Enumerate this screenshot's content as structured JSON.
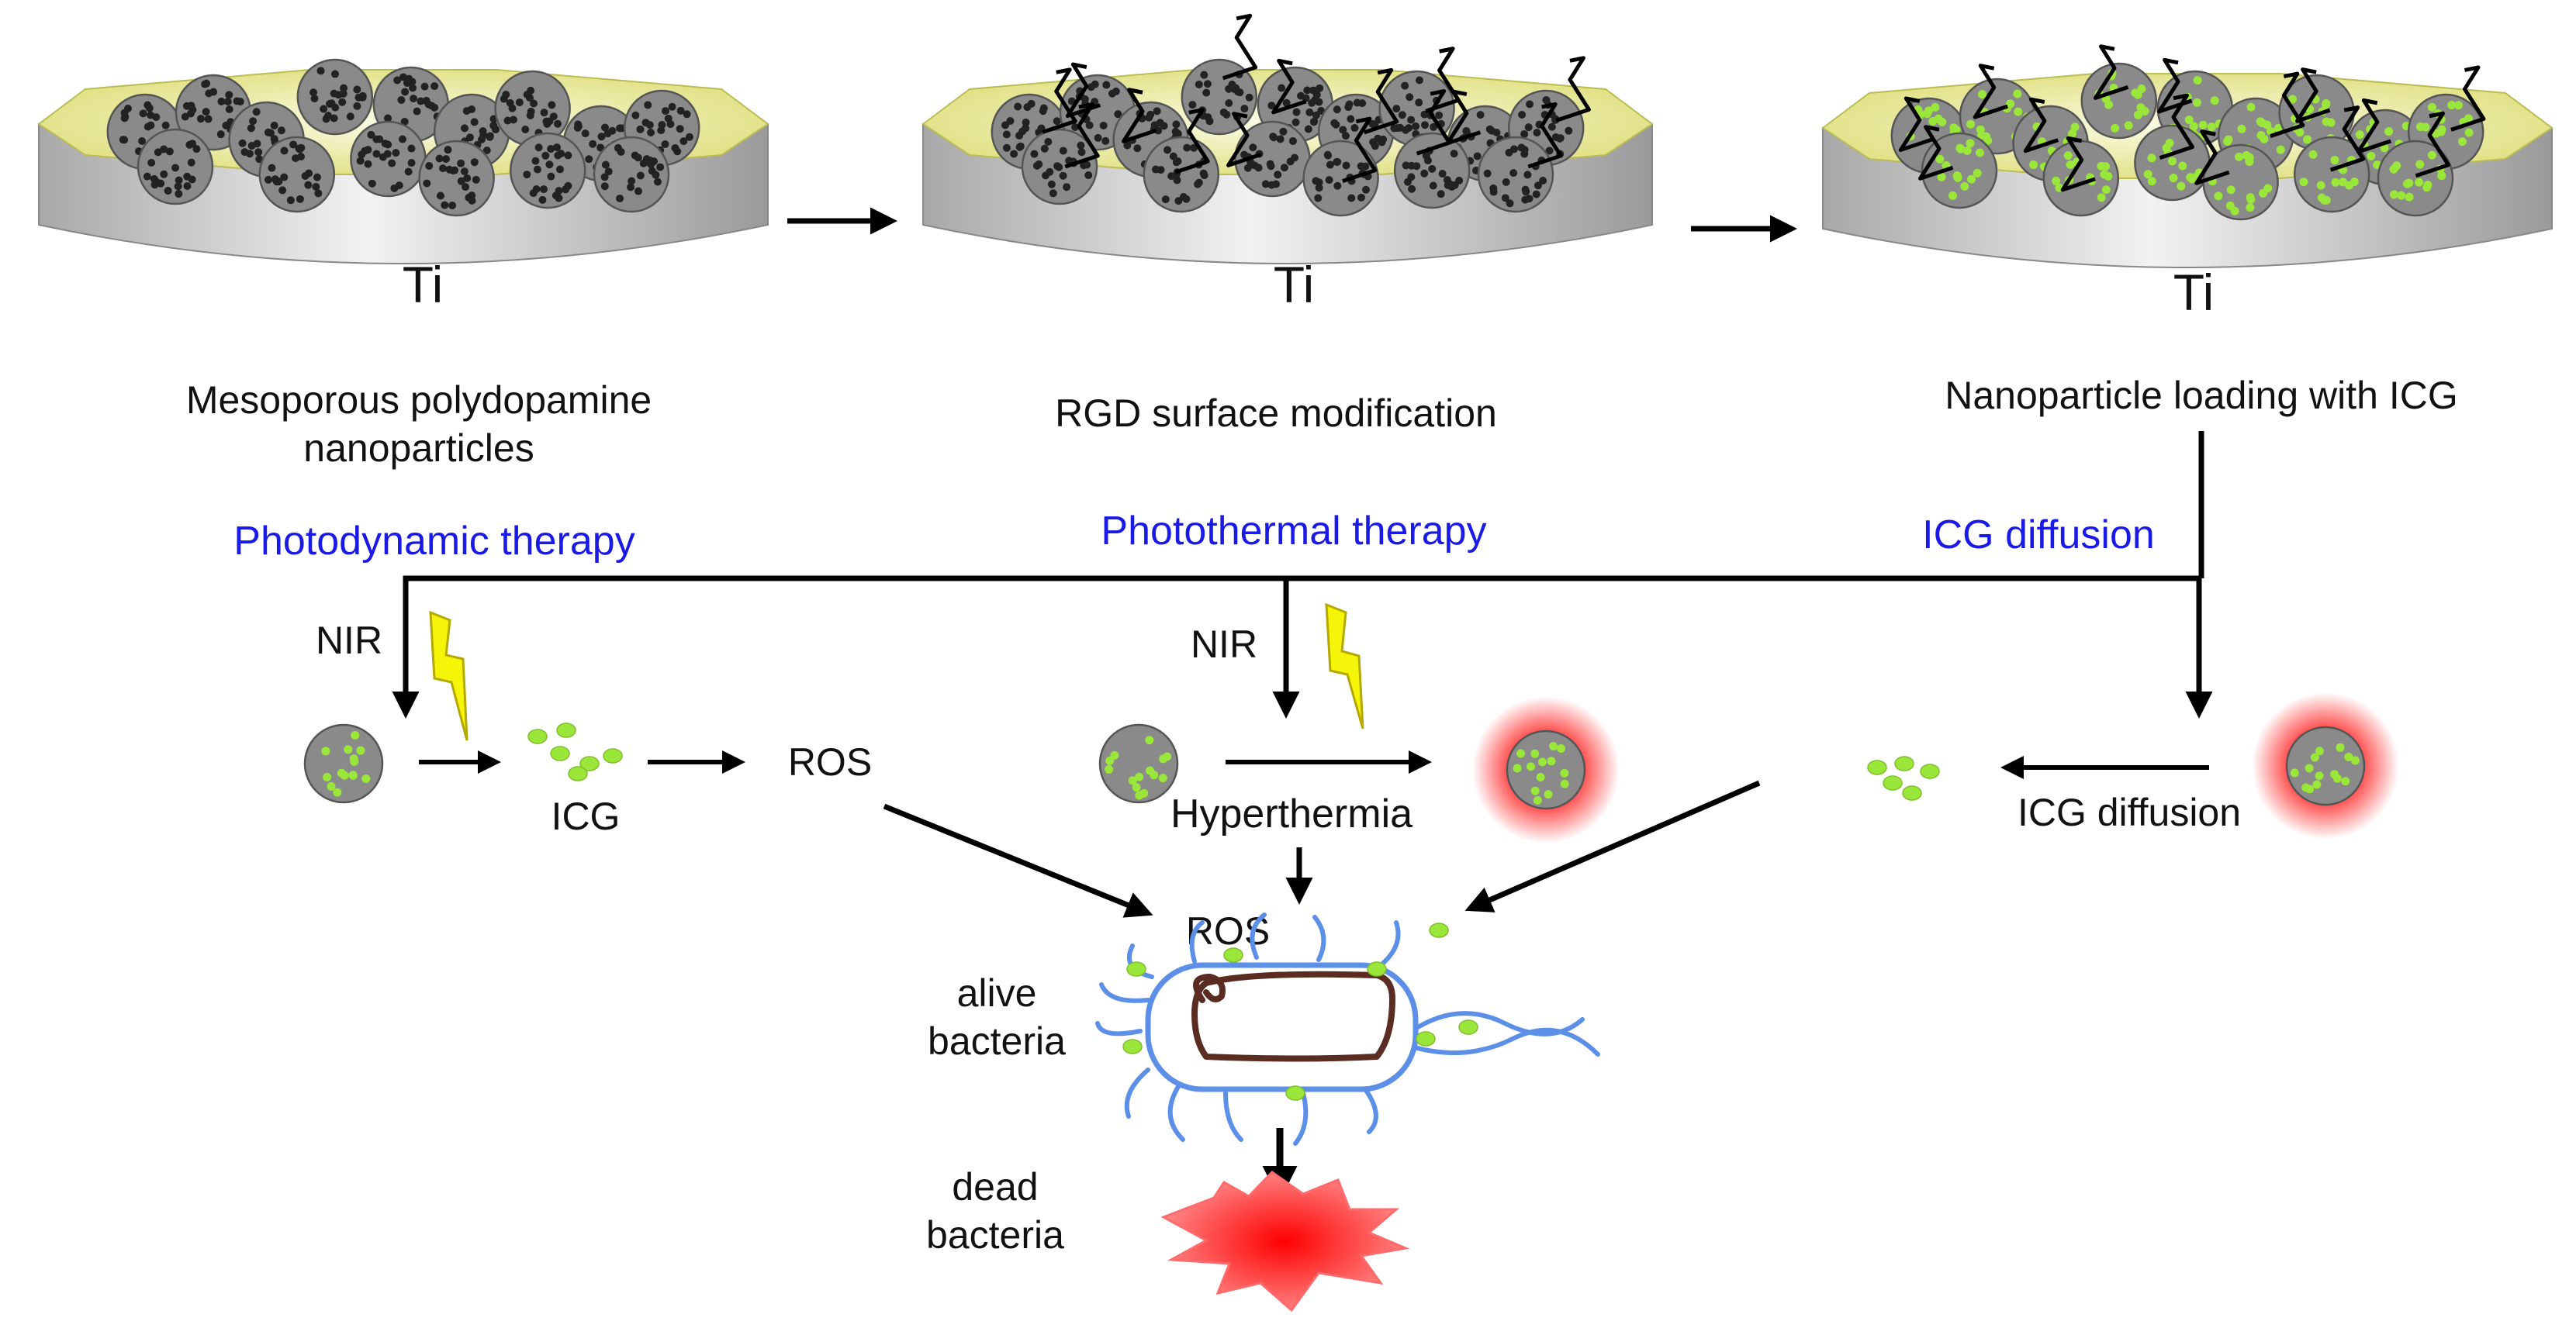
{
  "colors": {
    "arrow": "#000000",
    "blue_text": "#1a1ae6",
    "disc_top": "#e9ea9c",
    "disc_side": "#c9c9c9",
    "particle": "#8a8a8a",
    "pore_black": "#222222",
    "icg_green": "#9be63a",
    "bacteria_blue": "#5b8fe8",
    "nucleoid_brown": "#5a2c22",
    "heat_red": "#ff2020",
    "lightning": "#f5f50a"
  },
  "steps": [
    {
      "disc_label": "Ti",
      "caption_line1": "Mesoporous polydopamine",
      "caption_line2": "nanoparticles"
    },
    {
      "disc_label": "Ti",
      "caption_line1": "RGD surface modification",
      "caption_line2": ""
    },
    {
      "disc_label": "Ti",
      "caption_line1": "Nanoparticle loading with ICG",
      "caption_line2": ""
    }
  ],
  "therapies": {
    "pdt": "Photodynamic therapy",
    "ptt": "Photothermal therapy",
    "diff": "ICG diffusion"
  },
  "labels": {
    "nir": "NIR",
    "icg": "ICG",
    "ros": "ROS",
    "hyperthermia": "Hyperthermia",
    "icg_diffusion": "ICG diffusion",
    "alive_line1": "alive",
    "alive_line2": "bacteria",
    "dead_line1": "dead",
    "dead_line2": "bacteria"
  }
}
